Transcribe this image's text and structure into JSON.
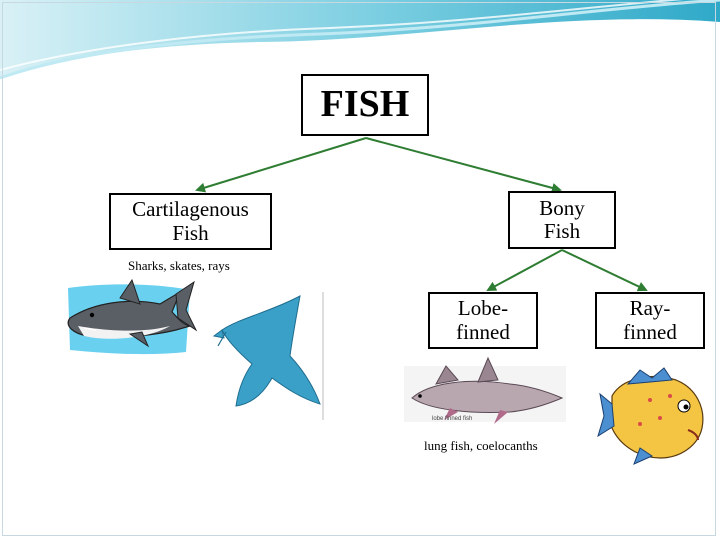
{
  "root": {
    "label": "FISH"
  },
  "branches": {
    "cartilaginous": {
      "label": "Cartilagenous\nFish",
      "examples": "Sharks, skates, rays"
    },
    "bony": {
      "label": "Bony\nFish"
    }
  },
  "bony_subtypes": {
    "lobe": {
      "label": "Lobe-\nfinned",
      "examples": "lung fish, coelocanths",
      "image_caption": "lobe finned fish"
    },
    "ray": {
      "label": "Ray-\nfinned"
    }
  },
  "colors": {
    "arrow": "#2e7d32",
    "header_wave": "#4fc3d9",
    "ray_body": "#3aa0c8",
    "shark_water": "#6ad0ef"
  }
}
